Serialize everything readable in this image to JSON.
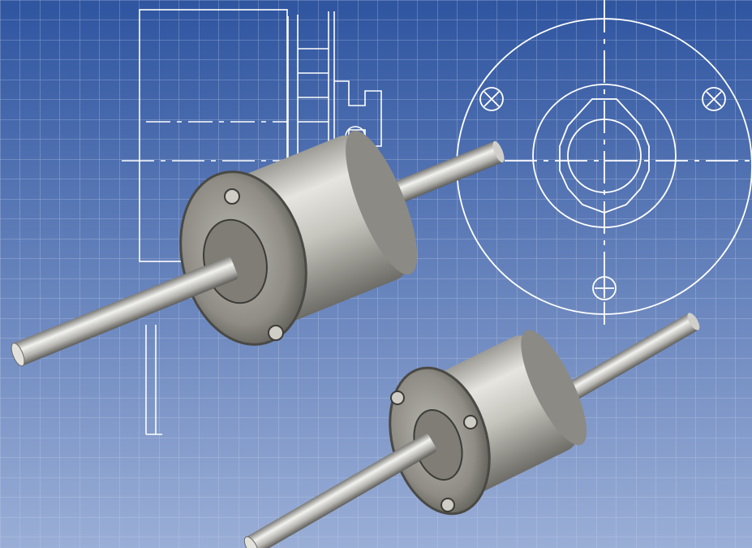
{
  "colors": {
    "background_top": "#2f55a0",
    "background_bottom": "#9aaed6",
    "grid_line": "#c7d4ec",
    "blueprint_line": "#ffffff",
    "metal_light": "#d9d9d6",
    "metal_mid": "#a9a8a2",
    "metal_dark": "#55544f"
  },
  "scene": {
    "description_name": "torque-limiter-products-on-blueprint",
    "objects": [
      {
        "name": "large-torque-limiter"
      },
      {
        "name": "small-torque-limiter"
      }
    ],
    "drawings": [
      {
        "name": "blueprint-side-view"
      },
      {
        "name": "blueprint-front-view"
      }
    ]
  }
}
